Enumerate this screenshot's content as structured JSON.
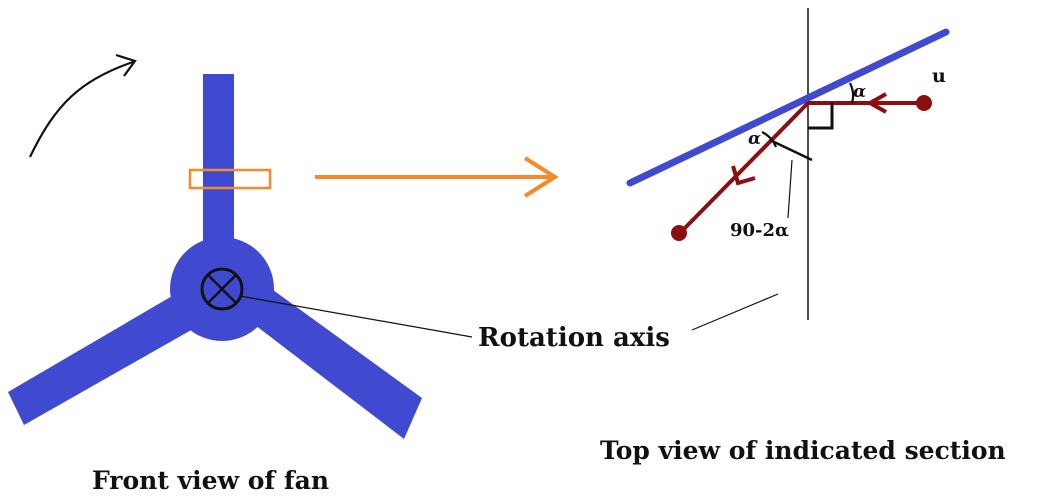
{
  "labels": {
    "rotation_axis": "Rotation axis",
    "front_view": "Front view of fan",
    "top_view": "Top view of indicated section",
    "u": "u",
    "alpha_top": "α",
    "alpha_left": "α",
    "angle_expr": "90-2α"
  },
  "colors": {
    "fan_blue": "#3f4ad0",
    "orange": "#f58a2a",
    "ray_red": "#8b0f0f",
    "ink": "#111111"
  }
}
